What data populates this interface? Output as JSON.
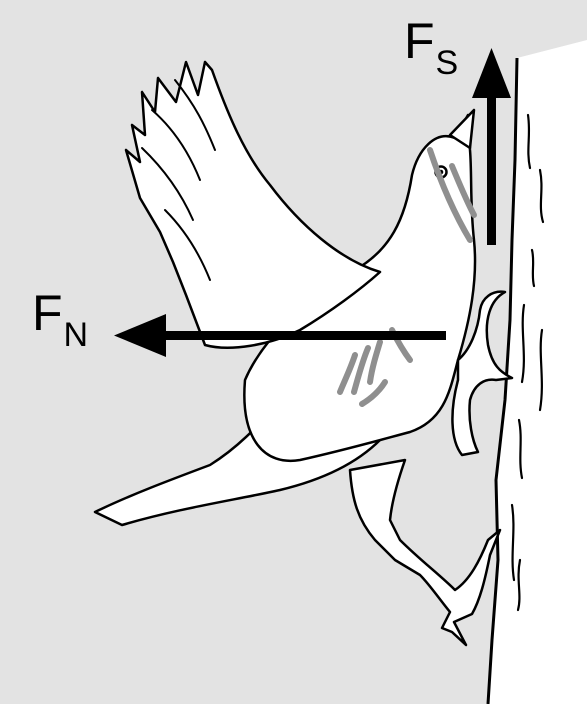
{
  "diagram": {
    "forces": [
      {
        "symbol": "F",
        "subscript": "S",
        "direction": "up"
      },
      {
        "symbol": "F",
        "subscript": "N",
        "direction": "left"
      }
    ],
    "colors": {
      "background": "#e3e3e3",
      "wall": "#ffffff",
      "outline": "#000000",
      "arrow": "#000000",
      "markings": "#8f8f8f"
    },
    "icons": {
      "bird": "bird-climbing-icon",
      "wall": "tree-bark-wall",
      "arrow": "force-arrow"
    }
  }
}
